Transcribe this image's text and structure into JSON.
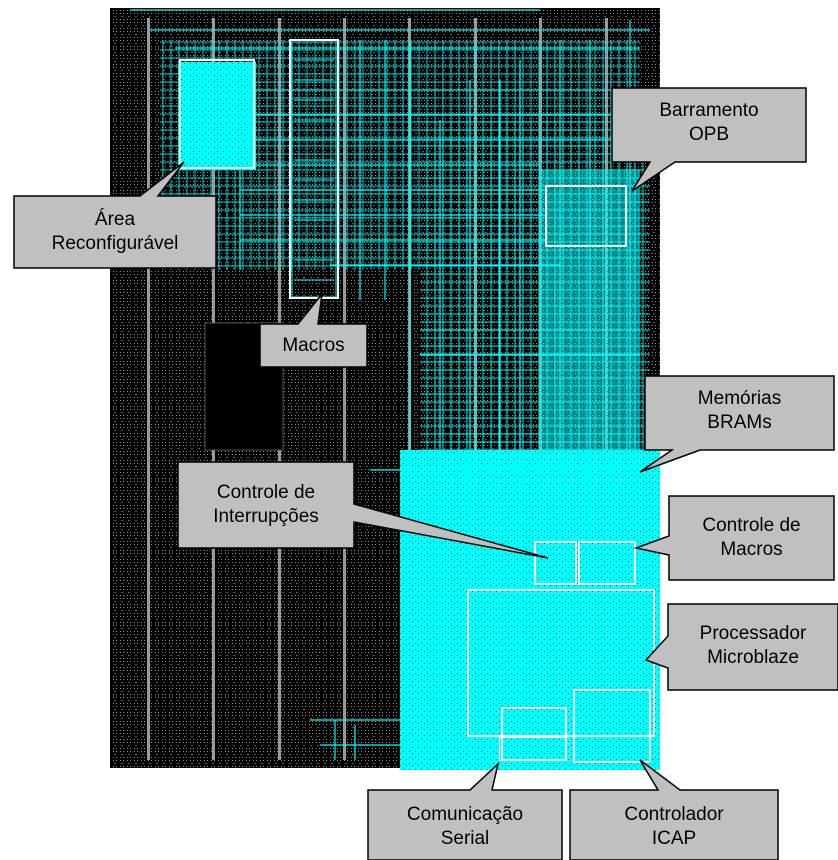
{
  "colors": {
    "fabric_background": "#000000",
    "fabric_grid": "#8c8c8c",
    "routing": "#00ffff",
    "module_outline": "#ffffff",
    "callout_fill": "#c0c0c0",
    "callout_border": "#000000"
  },
  "labels": {
    "area_reconfiguravel": {
      "line1": "Área",
      "line2": "Reconfigurável"
    },
    "macros": {
      "line1": "Macros"
    },
    "barramento_opb": {
      "line1": "Barramento",
      "line2": "OPB"
    },
    "memorias_brams": {
      "line1": "Memórias",
      "line2": "BRAMs"
    },
    "controle_interrupcoes": {
      "line1": "Controle de",
      "line2": "Interrupções"
    },
    "controle_macros": {
      "line1": "Controle de",
      "line2": "Macros"
    },
    "processador": {
      "line1": "Processador",
      "line2": "Microblaze"
    },
    "comunicacao_serial": {
      "line1": "Comunicação",
      "line2": "Serial"
    },
    "controlador_icap": {
      "line1": "Controlador",
      "line2": "ICAP"
    }
  }
}
